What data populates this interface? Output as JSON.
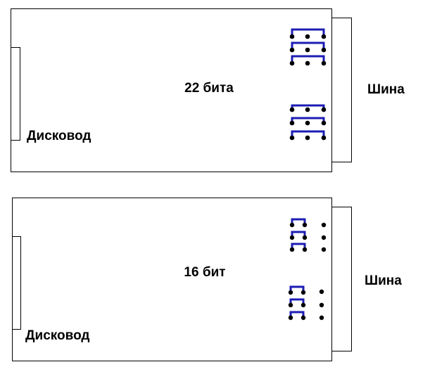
{
  "colors": {
    "background": "#ffffff",
    "outline": "#000000",
    "jumper": "#1c1cb4",
    "pin": "#000000"
  },
  "boards": [
    {
      "width_label": "22 бита",
      "drive_label": "Дисковод",
      "bus_label": "Шина",
      "jumper_rows": 6,
      "pins_per_row": 3,
      "jumper_span_pins": 3
    },
    {
      "width_label": "16 бит",
      "drive_label": "Дисковод",
      "bus_label": "Шина",
      "jumper_rows": 6,
      "pins_per_row": 3,
      "jumper_span_pins": 2
    }
  ]
}
